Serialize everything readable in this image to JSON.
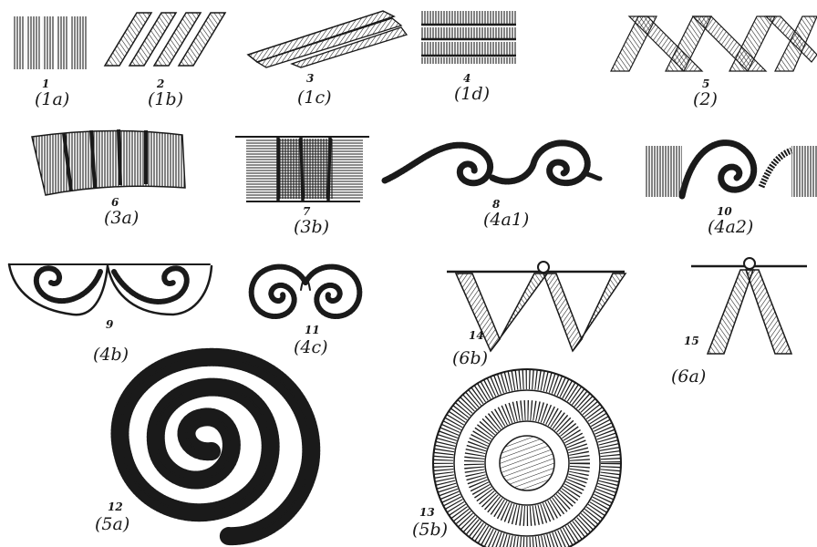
{
  "figure": {
    "background": "#ffffff",
    "ink": "#1a1a1a",
    "items": [
      {
        "id": "fig1",
        "number": "1",
        "code": "(1a)"
      },
      {
        "id": "fig2",
        "number": "2",
        "code": "(1b)"
      },
      {
        "id": "fig3",
        "number": "3",
        "code": "(1c)"
      },
      {
        "id": "fig4",
        "number": "4",
        "code": "(1d)"
      },
      {
        "id": "fig5",
        "number": "5",
        "code": "(2)"
      },
      {
        "id": "fig6",
        "number": "6",
        "code": "(3a)"
      },
      {
        "id": "fig7",
        "number": "7",
        "code": "(3b)"
      },
      {
        "id": "fig8",
        "number": "8",
        "code": "(4a1)"
      },
      {
        "id": "fig10",
        "number": "10",
        "code": "(4a2)"
      },
      {
        "id": "fig9",
        "number": "9",
        "code": "(4b)"
      },
      {
        "id": "fig11",
        "number": "11",
        "code": "(4c)"
      },
      {
        "id": "fig14",
        "number": "14",
        "code": "(6b)"
      },
      {
        "id": "fig15",
        "number": "15",
        "code": "(6a)"
      },
      {
        "id": "fig12",
        "number": "12",
        "code": "(5a)"
      },
      {
        "id": "fig13",
        "number": "13",
        "code": "(5b)"
      }
    ]
  }
}
